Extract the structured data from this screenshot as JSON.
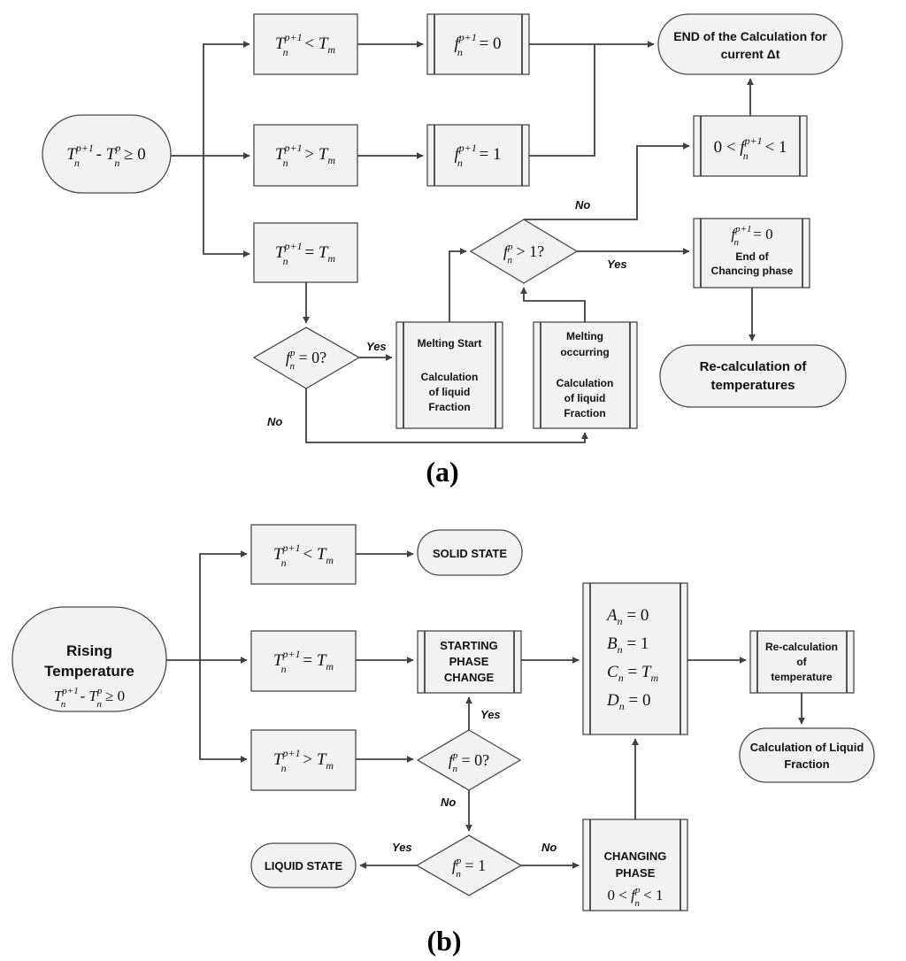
{
  "panels": {
    "a": {
      "label_open": "(",
      "letter": "a",
      "label_close": ")"
    },
    "b": {
      "label_open": "(",
      "letter": "b",
      "label_close": ")"
    }
  },
  "diagram_a": {
    "start": {
      "T": "T",
      "sup1": "p+1",
      "sub1": "n",
      "minus": " - ",
      "T2": "T",
      "sup2": "p",
      "sub2": "n",
      "rel": " ≥ 0"
    },
    "cond_lt": {
      "lhs": "T",
      "sup": "p+1",
      "sub": "n",
      "op": " < ",
      "rhs": "T",
      "rsub": "m"
    },
    "cond_gt": {
      "lhs": "T",
      "sup": "p+1",
      "sub": "n",
      "op": " > ",
      "rhs": "T",
      "rsub": "m"
    },
    "cond_eq": {
      "lhs": "T",
      "sup": "p+1",
      "sub": "n",
      "op": " = ",
      "rhs": "T",
      "rsub": "m"
    },
    "f_zero": {
      "f": "f",
      "sup": "p+1",
      "sub": "n",
      "rel": " = 0"
    },
    "f_one": {
      "f": "f",
      "sup": "p+1",
      "sub": "n",
      "rel": " = 1"
    },
    "end_calc": {
      "line1": "END of the Calculation for",
      "line2": "current Δt"
    },
    "f_between": {
      "pre": "0 < ",
      "f": "f",
      "sup": "p+1",
      "sub": "n",
      "post": " < 1"
    },
    "decision_f_gt1": {
      "f": "f",
      "sup": "p",
      "sub": "n",
      "rel": " > 1?"
    },
    "end_phase": {
      "f": "f",
      "sup": "p+1",
      "sub": "n",
      "rel": " = 0",
      "line2": "End of",
      "line3": "Chancing phase"
    },
    "recalc": {
      "line1": "Re-calculation of",
      "line2": "temperatures"
    },
    "decision_fp0": {
      "f": "f",
      "sup": "p",
      "sub": "n",
      "rel": " = 0?"
    },
    "melting_start": {
      "line1": "Melting Start",
      "line2": "Calculation",
      "line3": "of liquid",
      "line4": "Fraction"
    },
    "melting_occurring": {
      "line1": "Melting",
      "line2": "occurring",
      "line3": "Calculation",
      "line4": "of liquid",
      "line5": "Fraction"
    },
    "labels": {
      "yes_fp0": "Yes",
      "no_fp0": "No",
      "no_fgt1": "No",
      "yes_fgt1": "Yes"
    }
  },
  "diagram_b": {
    "rising": {
      "line1": "Rising",
      "line2": "Temperature",
      "T": "T",
      "sup1": "p+1",
      "sub1": "n",
      "minus": " - ",
      "T2": "T",
      "sup2": "p",
      "sub2": "n",
      "rel": " ≥ 0"
    },
    "cond_lt": {
      "lhs": "T",
      "sup": "p+1",
      "sub": "n",
      "op": " < ",
      "rhs": "T",
      "rsub": "m"
    },
    "cond_eq": {
      "lhs": "T",
      "sup": "p+1",
      "sub": "n",
      "op": " = ",
      "rhs": "T",
      "rsub": "m"
    },
    "cond_gt": {
      "lhs": "T",
      "sup": "p+1",
      "sub": "n",
      "op": " > ",
      "rhs": "T",
      "rsub": "m"
    },
    "solid": "SOLID STATE",
    "starting": {
      "line1": "STARTING",
      "line2": "PHASE",
      "line3": "CHANGE"
    },
    "coeffs": {
      "A": {
        "v": "A",
        "sub": "n",
        "rel": " = 0"
      },
      "B": {
        "v": "B",
        "sub": "n",
        "rel": " = 1"
      },
      "C": {
        "v": "C",
        "sub": "n",
        "rel": " = ",
        "rhs": "T",
        "rsub": "m"
      },
      "D": {
        "v": "D",
        "sub": "n",
        "rel": " = 0"
      }
    },
    "recalc": {
      "line1": "Re-calculation",
      "line2": "of",
      "line3": "temperature"
    },
    "liquid_fraction": {
      "line1": "Calculation of Liquid",
      "line2": "Fraction"
    },
    "decision_fp0": {
      "f": "f",
      "sup": "p",
      "sub": "n",
      "rel": " = 0?"
    },
    "decision_f1": {
      "f": "f",
      "sup": "p",
      "sub": "n",
      "rel": " = 1"
    },
    "liquid": "LIQUID STATE",
    "changing": {
      "line1": "CHANGING",
      "line2": "PHASE",
      "pre": "0 < ",
      "f": "f",
      "sup": "p",
      "sub": "n",
      "post": " < 1"
    },
    "labels": {
      "yes_fp0": "Yes",
      "no_fp0": "No",
      "yes_f1": "Yes",
      "no_f1": "No"
    }
  }
}
